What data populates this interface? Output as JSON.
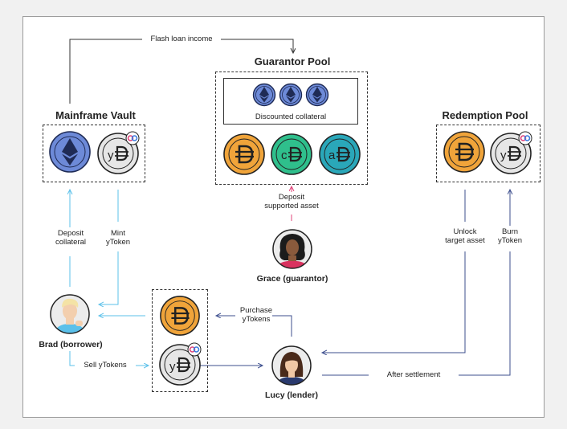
{
  "labels": {
    "flash_loan": "Flash loan income",
    "guarantor_pool": "Guarantor Pool",
    "mainframe_vault": "Mainframe Vault",
    "redemption_pool": "Redemption Pool",
    "discounted_collateral": "Discounted collateral",
    "deposit_supported_1": "Deposit",
    "deposit_supported_2": "supported asset",
    "grace": "Grace (guarantor)",
    "deposit_collateral_1": "Deposit",
    "deposit_collateral_2": "collateral",
    "mint_1": "Mint",
    "mint_2": "yToken",
    "unlock_1": "Unlock",
    "unlock_2": "target asset",
    "burn_1": "Burn",
    "burn_2": "yToken",
    "brad": "Brad (borrower)",
    "purchase_1": "Purchase",
    "purchase_2": "yTokens",
    "sell": "Sell yTokens",
    "after_settlement": "After settlement",
    "lucy": "Lucy (lender)"
  },
  "coin_letters": {
    "c": "c",
    "a": "a",
    "y": "y"
  },
  "colors": {
    "blue_arrow": "#5bc0ea",
    "navy_arrow": "#3d4f8e",
    "pink_arrow": "#e0447a",
    "dai_orange": "#f0a43a",
    "cdai_green": "#2fbf8c",
    "adai_teal": "#2aa7b9",
    "eth_blue": "#6d8ad8",
    "ytoken_grey": "#e6e6e6"
  },
  "icons": [
    "ethereum-icon",
    "dai-icon",
    "ytoken-icon",
    "chain-link-badge-icon"
  ]
}
